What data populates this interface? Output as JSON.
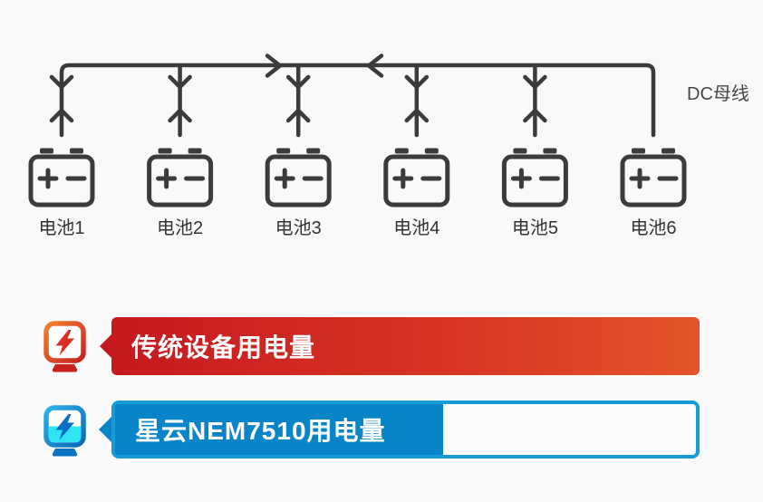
{
  "background_color": "#f9f9f9",
  "diagram": {
    "line_color": "#3b3b3b",
    "bus_label": "DC母线",
    "batteries": [
      {
        "label": "电池1"
      },
      {
        "label": "电池2"
      },
      {
        "label": "电池3"
      },
      {
        "label": "电池4"
      },
      {
        "label": "电池5"
      },
      {
        "label": "电池6"
      }
    ]
  },
  "comparison": {
    "rows": [
      {
        "label": "传统设备用电量",
        "fill_percent": 100,
        "icon": "power-meter-red-icon",
        "bar_color_start": "#c6191f",
        "bar_color_end": "#e25429"
      },
      {
        "label": "星云NEM7510用电量",
        "fill_percent": 56.5,
        "icon": "power-meter-blue-icon",
        "bar_fill_color": "#0885c8",
        "bar_border_color": "#169cd6"
      }
    ]
  }
}
